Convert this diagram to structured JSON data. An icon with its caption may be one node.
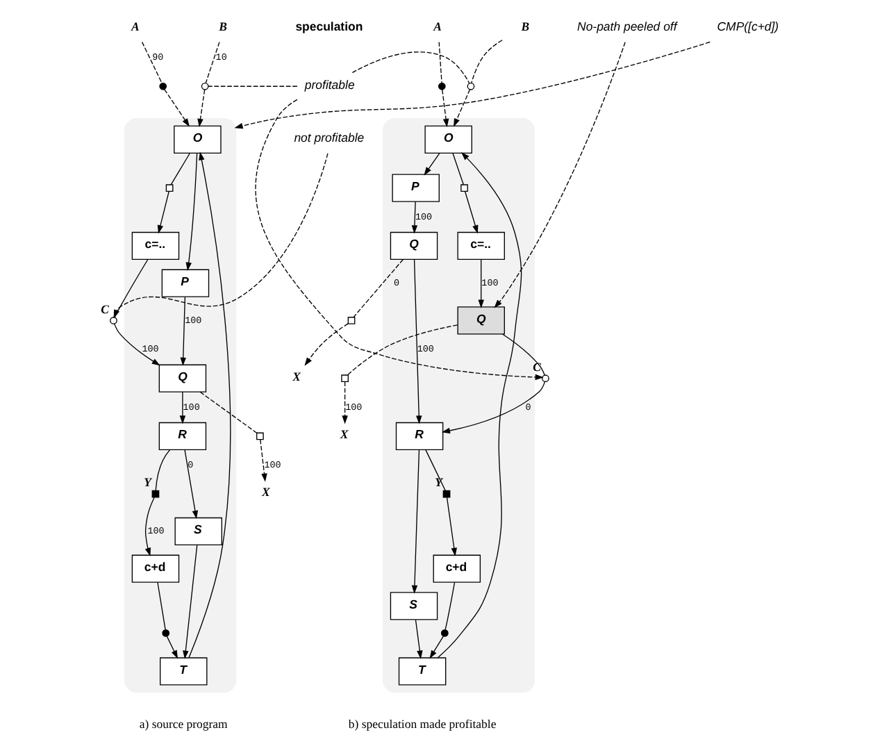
{
  "diagram": {
    "nodes": [
      {
        "text": [],
        "shape": "box"
      },
      {
        "text": [
          "A"
        ]
      },
      {
        "text": [
          "B"
        ]
      },
      {
        "text": [],
        "shape": "dot"
      },
      {
        "text": [],
        "shape": "circle"
      },
      {
        "text": [
          "O"
        ],
        "in": 0
      },
      {
        "text": [
          "P"
        ],
        "in": 0
      },
      {
        "text": [],
        "shape": "square",
        "in": 0
      },
      {
        "text": [
          "c=.."
        ],
        "in": 0
      },
      {
        "text": [],
        "shape": "circle",
        "beside": [
          "C"
        ]
      },
      {
        "text": [
          "Q"
        ],
        "in": 0
      },
      {
        "text": [],
        "shape": "square"
      },
      {
        "text": [
          "X"
        ]
      },
      {
        "text": [
          "R"
        ],
        "in": 0
      },
      {
        "text": [
          "S"
        ],
        "in": 0
      },
      {
        "text": [],
        "shape": "block",
        "in": 0,
        "beside": [
          "Y"
        ]
      },
      {
        "text": [
          "c+d"
        ],
        "in": 0
      },
      {
        "text": [],
        "shape": "dot",
        "in": 0
      },
      {
        "text": [
          "T"
        ],
        "in": 0
      },
      {
        "text": [],
        "shape": "box"
      },
      {
        "text": [
          "A"
        ]
      },
      {
        "text": [
          "B"
        ]
      },
      {
        "text": [],
        "shape": "dot"
      },
      {
        "text": [],
        "shape": "circle"
      },
      {
        "text": [
          "O"
        ],
        "in": 19
      },
      {
        "text": [
          "P"
        ],
        "in": 19
      },
      {
        "text": [],
        "shape": "square",
        "in": 19
      },
      {
        "text": [
          "c=.."
        ],
        "in": 19
      },
      {
        "text": [
          "Q"
        ],
        "in": 19
      },
      {
        "text": [
          "Q"
        ],
        "in": 19
      },
      {
        "text": [],
        "shape": "square"
      },
      {
        "text": [
          "X"
        ]
      },
      {
        "text": [
          "R"
        ],
        "in": 19
      },
      {
        "text": [],
        "shape": "circle",
        "beside": [
          "C"
        ]
      },
      {
        "text": [],
        "shape": "square"
      },
      {
        "text": [
          "X"
        ]
      },
      {
        "text": [
          "S"
        ],
        "in": 19
      },
      {
        "text": [],
        "shape": "block",
        "in": 19,
        "beside": [
          "Y"
        ]
      },
      {
        "text": [
          "c+d"
        ],
        "in": 19
      },
      {
        "text": [],
        "shape": "dot",
        "in": 19
      },
      {
        "text": [
          "T"
        ],
        "in": 19
      },
      {
        "text": [
          "profitable"
        ]
      },
      {
        "text": [
          "not profitable"
        ]
      },
      {
        "text": [
          "CMP([c+d])"
        ]
      },
      {
        "text": [
          "No-path peeled off"
        ]
      }
    ],
    "edges": [
      {
        "from": 1,
        "to": 3,
        "arrow": "none",
        "style": "dashed",
        "label": "90"
      },
      {
        "from": 3,
        "to": 5,
        "arrow": "to",
        "style": "dashed"
      },
      {
        "from": 2,
        "to": 4,
        "arrow": "none",
        "style": "dashed",
        "label": "10"
      },
      {
        "from": 4,
        "to": 5,
        "arrow": "to",
        "style": "dashed"
      },
      {
        "from": 5,
        "to": 6,
        "arrow": "to"
      },
      {
        "from": 5,
        "to": 7,
        "arrow": "none"
      },
      {
        "from": 7,
        "to": 8,
        "arrow": "to"
      },
      {
        "from": 6,
        "to": 10,
        "arrow": "to",
        "label": "100"
      },
      {
        "from": 8,
        "to": 9,
        "arrow": "none"
      },
      {
        "from": 9,
        "to": 10,
        "arrow": "to",
        "label": "100"
      },
      {
        "from": 10,
        "to": 11,
        "arrow": "none",
        "style": "dashed"
      },
      {
        "from": 11,
        "to": 12,
        "arrow": "to",
        "style": "dashed",
        "label": "100"
      },
      {
        "from": 10,
        "to": 13,
        "arrow": "to",
        "label": "100"
      },
      {
        "from": 13,
        "to": 14,
        "arrow": "to",
        "label": "0"
      },
      {
        "from": 13,
        "to": 15,
        "arrow": "none"
      },
      {
        "from": 15,
        "to": 16,
        "arrow": "to",
        "label": "100"
      },
      {
        "from": 14,
        "to": 18,
        "arrow": "to"
      },
      {
        "from": 16,
        "to": 17,
        "arrow": "none"
      },
      {
        "from": 17,
        "to": 18,
        "arrow": "to"
      },
      {
        "from": 18,
        "to": 5,
        "arrow": "to"
      },
      {
        "from": 20,
        "to": 22,
        "arrow": "none",
        "style": "dashed"
      },
      {
        "from": 22,
        "to": 24,
        "arrow": "to",
        "style": "dashed"
      },
      {
        "from": 21,
        "to": 23,
        "arrow": "none",
        "style": "dashed"
      },
      {
        "from": 23,
        "to": 24,
        "arrow": "to",
        "style": "dashed"
      },
      {
        "from": 24,
        "to": 25,
        "arrow": "to"
      },
      {
        "from": 24,
        "to": 26,
        "arrow": "none"
      },
      {
        "from": 26,
        "to": 27,
        "arrow": "to"
      },
      {
        "from": 25,
        "to": 28,
        "arrow": "to",
        "label": "100"
      },
      {
        "from": 27,
        "to": 29,
        "arrow": "to",
        "label": "100"
      },
      {
        "from": 28,
        "to": 30,
        "arrow": "none",
        "style": "dashed",
        "label": "0"
      },
      {
        "from": 30,
        "to": 31,
        "arrow": "to",
        "style": "dashed"
      },
      {
        "from": 28,
        "to": 32,
        "arrow": "to",
        "label": "100"
      },
      {
        "from": 29,
        "to": 33,
        "arrow": "none"
      },
      {
        "from": 33,
        "to": 32,
        "arrow": "to",
        "label": "0"
      },
      {
        "from": 29,
        "to": 34,
        "arrow": "none",
        "style": "dashed"
      },
      {
        "from": 34,
        "to": 35,
        "arrow": "to",
        "style": "dashed",
        "label": "100"
      },
      {
        "from": 32,
        "to": 36,
        "arrow": "to"
      },
      {
        "from": 32,
        "to": 37,
        "arrow": "none"
      },
      {
        "from": 37,
        "to": 38,
        "arrow": "to"
      },
      {
        "from": 36,
        "to": 40,
        "arrow": "to"
      },
      {
        "from": 38,
        "to": 39,
        "arrow": "none"
      },
      {
        "from": 39,
        "to": 40,
        "arrow": "to"
      },
      {
        "from": 40,
        "to": 24,
        "arrow": "to"
      },
      {
        "from": 41,
        "to": 4,
        "arrow": "none",
        "style": "dashed"
      },
      {
        "from": 41,
        "to": 23,
        "arrow": "none",
        "style": "dashed"
      },
      {
        "from": 41,
        "to": 33,
        "arrow": "to",
        "style": "dashed"
      },
      {
        "from": 42,
        "to": 9,
        "arrow": "to",
        "style": "dashed"
      },
      {
        "from": 43,
        "to": 0,
        "arrow": "to",
        "style": "dashed"
      },
      {
        "from": 44,
        "to": 29,
        "arrow": "to",
        "style": "dashed"
      }
    ],
    "labels": [
      "speculation",
      "a) source program",
      "b) speculation made profitable"
    ]
  }
}
